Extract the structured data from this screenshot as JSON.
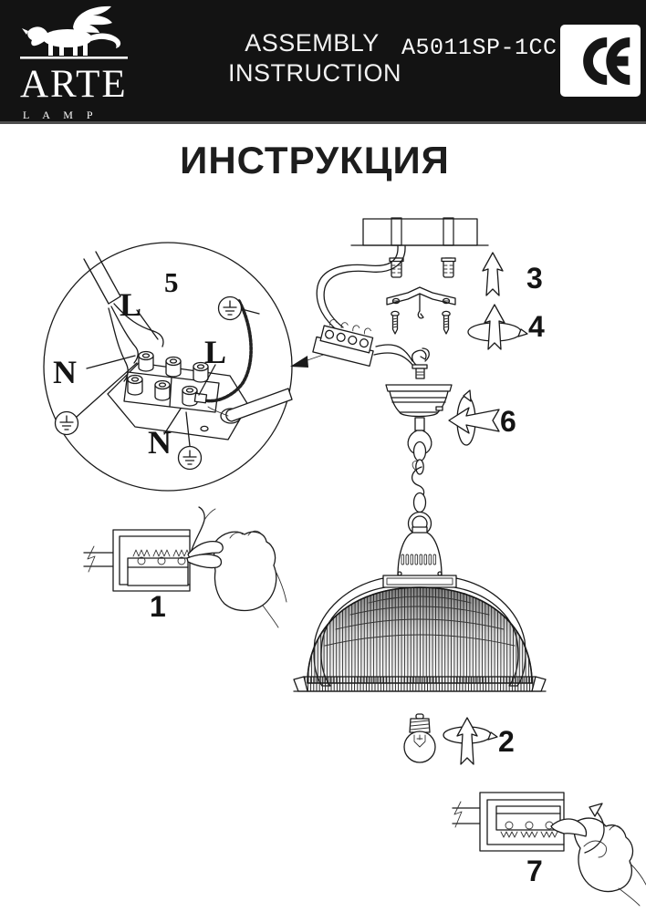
{
  "header": {
    "brand": "ARTE",
    "brand_sub": "L A M P",
    "assembly_line1": "ASSEMBLY",
    "assembly_line2": "INSTRUCTION",
    "model": "A5011SP-1CC",
    "ce_text": "CE"
  },
  "page": {
    "title": "ИНСТРУКЦИЯ"
  },
  "wiring_detail": {
    "step": "5",
    "live1": "L",
    "live2": "L",
    "neutral1": "N",
    "neutral2": "N"
  },
  "steps": {
    "insert_wires": "1",
    "bulb": "2",
    "anchors": "3",
    "bracket_screws": "4",
    "canopy": "6",
    "release_wires": "7"
  },
  "colors": {
    "header_bg": "#131313",
    "ink": "#1a1a1a",
    "paper": "#ffffff"
  },
  "icons": {
    "logo": "winged-lion",
    "certification": "ce-mark",
    "ground": "earth-ground-symbol",
    "motion": "outline-arrow"
  }
}
